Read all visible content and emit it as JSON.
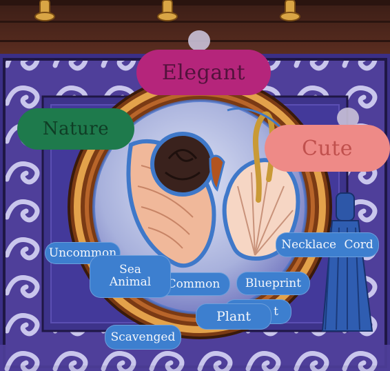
{
  "tags": {
    "elegant": "Elegant",
    "nature": "Nature",
    "cute": "Cute",
    "uncommon": "Uncommon",
    "sea_animal_line1": "Sea",
    "sea_animal_line2": "Animal",
    "common": "Common",
    "blueprint": "Blueprint",
    "necklace_cord": "Necklace Cord",
    "plant": "Plant",
    "hidden_fragment": "t",
    "scavenged": "Scavenged"
  },
  "colors": {
    "elegant": "#b5257b",
    "nature": "#1e7a4c",
    "cute": "#ee8a87",
    "small_tag": "#3d7fcf"
  }
}
